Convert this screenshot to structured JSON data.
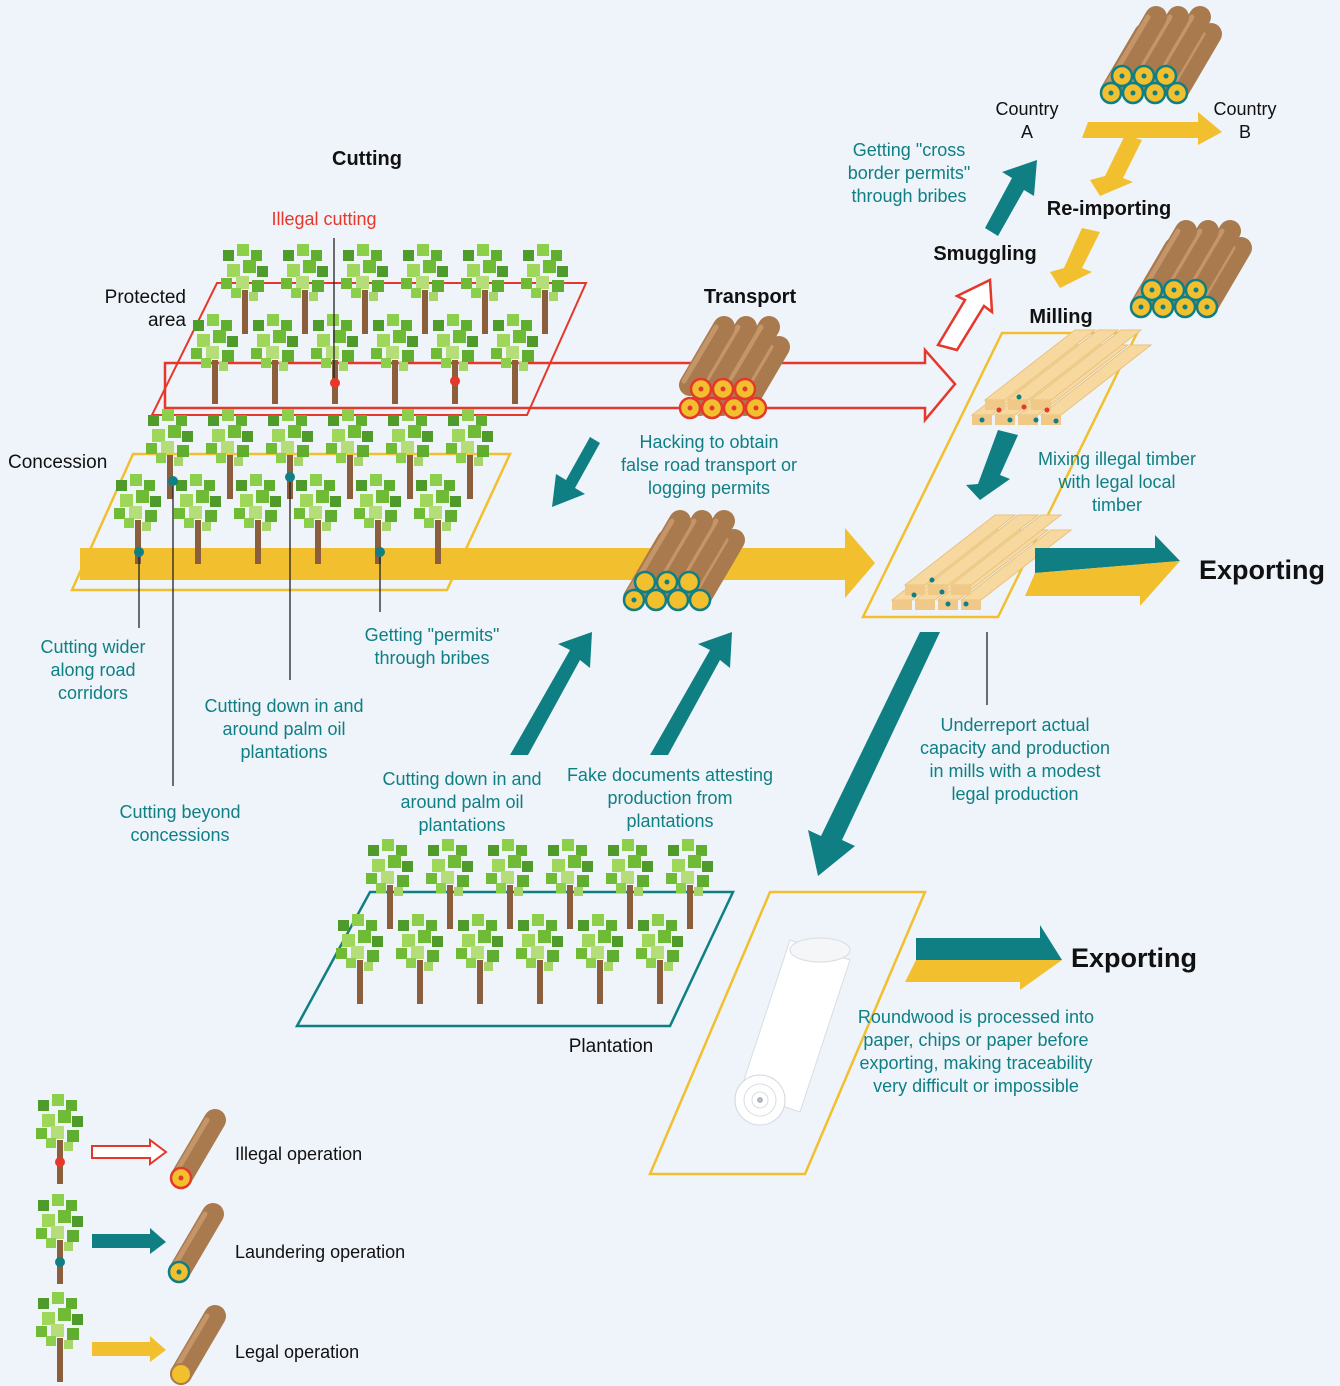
{
  "stages": {
    "cutting": "Cutting",
    "illegal_cutting": "Illegal cutting",
    "transport": "Transport",
    "smuggling": "Smuggling",
    "re_importing": "Re-importing",
    "milling": "Milling",
    "exporting": "Exporting",
    "exporting_paper": "Exporting"
  },
  "areas": {
    "protected": "Protected\narea",
    "concession": "Concession",
    "plantation": "Plantation"
  },
  "countries": {
    "a": "Country\nA",
    "b": "Country\nB"
  },
  "annotations": {
    "cross_border": "Getting \"cross\nborder permits\"\nthrough bribes",
    "hacking": "Hacking to obtain\nfalse road transport or\nlogging permits",
    "mixing": "Mixing illegal timber\nwith legal local\ntimber",
    "permits": "Getting \"permits\"\nthrough bribes",
    "road_corridors": "Cutting wider\nalong road\ncorridors",
    "palm_oil_concession": "Cutting down in and\naround  palm oil\nplantations",
    "beyond_concessions": "Cutting beyond\nconcessions",
    "palm_oil_plantation": "Cutting down in and\naround  palm oil\nplantations",
    "fake_documents": "Fake documents attesting\nproduction from\nplantations",
    "underreport": "Underreport actual\ncapacity and production\nin mills with a modest\nlegal production",
    "roundwood": "Roundwood is processed into\npaper, chips or paper before\nexporting, making traceability\nvery difficult or impossible"
  },
  "legend": {
    "illegal": "Illegal operation",
    "laundering": "Laundering operation",
    "legal": "Legal operation"
  },
  "colors": {
    "illegal": "#e5382b",
    "laundering": "#0f7f84",
    "legal": "#f2bf2e",
    "wood": "#a97a4e",
    "leaf": "#7fbf3f",
    "background": "#eef4fa"
  }
}
